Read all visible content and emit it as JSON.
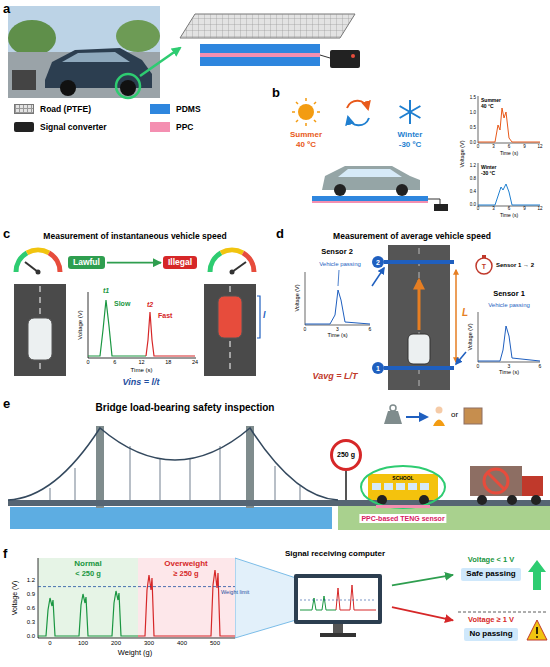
{
  "diagram": {
    "nodes": [
      {
        "text": [
          "Lawful"
        ]
      },
      {
        "text": [
          "Illegal"
        ]
      },
      {
        "text": [
          "250 g"
        ]
      },
      {
        "text": [
          "Signal receiving computer"
        ]
      },
      {
        "text": [
          "Voltage < 1 V",
          "Safe passing"
        ]
      },
      {
        "text": [
          "Voltage ≥ 1 V",
          "No passing"
        ]
      }
    ],
    "edges": [
      {
        "from": 0,
        "to": 1,
        "arrow": "to"
      },
      {
        "from": 3,
        "to": 4,
        "arrow": "to"
      },
      {
        "from": 3,
        "to": 5,
        "arrow": "to"
      }
    ],
    "labels": [
      "a",
      "b",
      "c",
      "d",
      "e",
      "f",
      "Summer",
      "40 ºC",
      "Winter",
      "-30 ºC",
      "Voltage (V)",
      "Summer",
      "40 °C",
      "0.0",
      "0.5",
      "1.0",
      "1.5",
      "0",
      "3",
      "6",
      "9",
      "12",
      "Time (s)",
      "Winter",
      "-30 °C",
      "0.0",
      "0.4",
      "0.8",
      "1.2",
      "0",
      "3",
      "6",
      "9",
      "12",
      "Time (s)",
      "Measurement of instantaneous vehicle speed",
      "Voltage (V)",
      "0",
      "6",
      "12",
      "18",
      "24",
      "Time (s)",
      "t1",
      "Slow",
      "t2",
      "Fast",
      "l",
      "Vins = l/t",
      "Measurement of average vehicle speed",
      "Sensor 2",
      "Vehicle passing",
      "Voltage (V)",
      "0",
      "3",
      "6",
      "Time (s)",
      "2",
      "1",
      "L",
      "T",
      "Sensor 1 → 2",
      "Sensor 1",
      "Vehicle passing",
      "Voltage (V)",
      "0",
      "3",
      "6",
      "Time (s)",
      "Vavg = L/T",
      "Bridge load-bearing safety inspection",
      "or",
      "SCHOOL",
      "PPC-based TENG sensor",
      "Voltage (V)",
      "0.0",
      "0.3",
      "0.6",
      "0.9",
      "1.2",
      "0",
      "100",
      "200",
      "300",
      "400",
      "500",
      "Weight (g)",
      "Normal",
      "< 250 g",
      "Overweight",
      "≥ 250 g",
      "Weight limit"
    ],
    "legend": [
      {
        "text": "Road (PTFE)"
      },
      {
        "text": "PDMS",
        "color": "#2e86de"
      },
      {
        "text": "Signal converter"
      },
      {
        "text": "PPC",
        "color": "#f48fb1"
      }
    ]
  }
}
